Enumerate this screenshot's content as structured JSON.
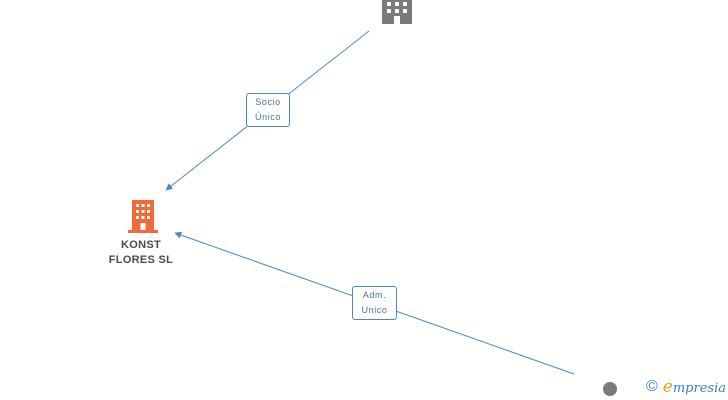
{
  "nodes": {
    "company": {
      "label_line1": "KONST",
      "label_line2": "FLORES SL",
      "color": "#f26a3a"
    },
    "parent_company": {
      "color": "#7a7a7a"
    },
    "person": {
      "color": "#7a7a7a"
    }
  },
  "edges": {
    "socio": {
      "label_line1": "Socio",
      "label_line2": "Único",
      "color": "#4a86c8"
    },
    "admin": {
      "label_line1": "Adm.",
      "label_line2": "Unico",
      "color": "#4a86c8"
    }
  },
  "watermark": {
    "copyright": "©",
    "brand_initial": "e",
    "brand_rest": "mpresia"
  }
}
